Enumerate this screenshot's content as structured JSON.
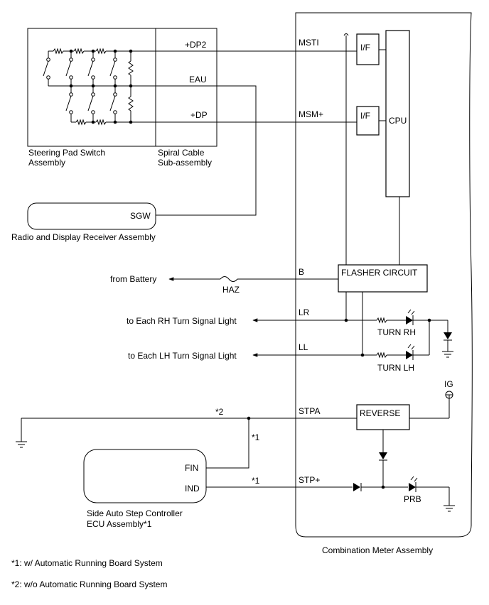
{
  "components": {
    "steering_pad": {
      "line1": "Steering Pad Switch",
      "line2": "Assembly"
    },
    "spiral_cable": {
      "line1": "Spiral Cable",
      "line2": "Sub-assembly"
    },
    "radio": {
      "label": "Radio and Display Receiver Assembly",
      "terminal": "SGW"
    },
    "meter": {
      "label": "Combination Meter Assembly",
      "if1": "I/F",
      "if2": "I/F",
      "cpu": "CPU",
      "flasher": "FLASHER CIRCUIT",
      "reverse": "REVERSE"
    },
    "side_step": {
      "line1": "Side Auto Step Controller",
      "line2": "ECU Assembly*1",
      "fin": "FIN",
      "ind": "IND"
    }
  },
  "wires": {
    "dp2": "+DP2",
    "eau": "EAU",
    "dp": "+DP",
    "msti": "MSTI",
    "msm": "MSM+",
    "b": "B",
    "lr": "LR",
    "ll": "LL",
    "stpa": "STPA",
    "stp": "STP+",
    "ig": "IG",
    "star1_a": "*1",
    "star1_b": "*1",
    "star2": "*2"
  },
  "external": {
    "battery": "from Battery",
    "haz": "HAZ",
    "rh_light": "to Each RH Turn Signal Light",
    "lh_light": "to Each LH Turn Signal Light"
  },
  "indicators": {
    "turn_rh": "TURN RH",
    "turn_lh": "TURN LH",
    "prb": "PRB"
  },
  "notes": {
    "n1": "*1: w/ Automatic Running Board System",
    "n2": "*2: w/o Automatic Running Board System"
  }
}
